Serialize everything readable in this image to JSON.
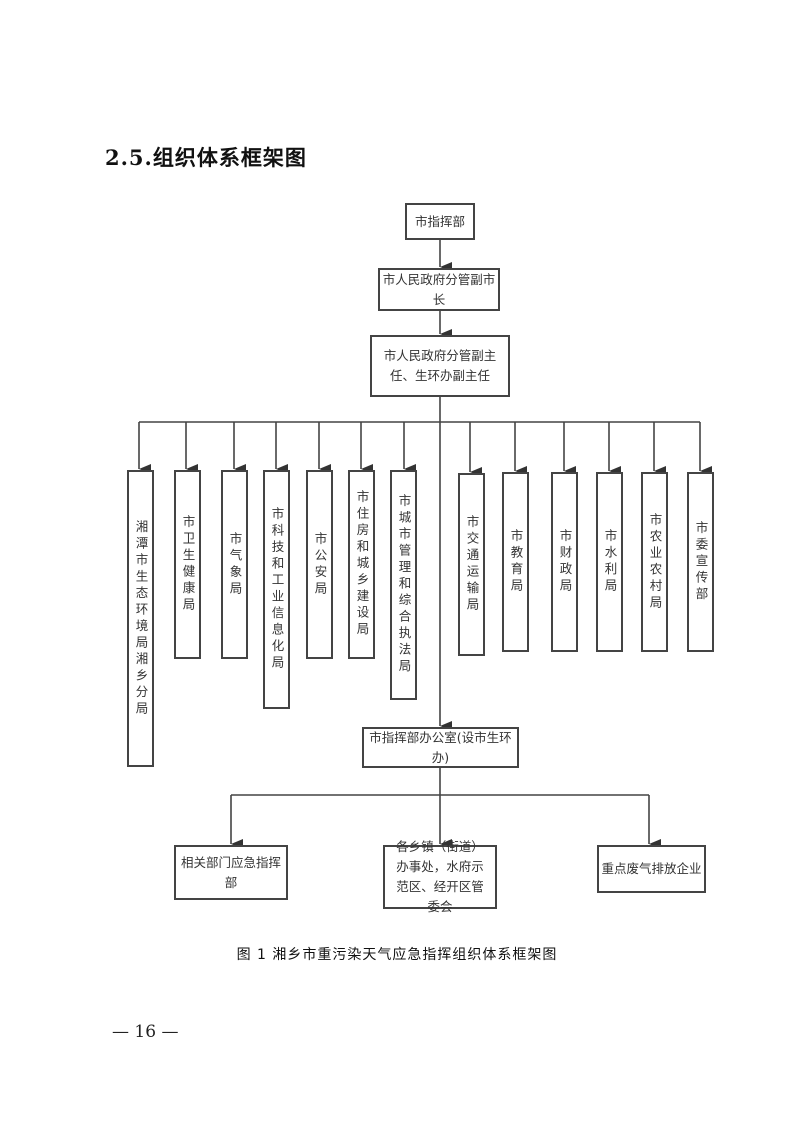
{
  "section": {
    "title": "2.5.组织体系框架图"
  },
  "org_chart": {
    "top": "市指挥部",
    "level2": "市人民政府分管副市长",
    "level3": "市人民政府分管副主任、生环办副主任",
    "departments": [
      "湘潭市生态环境局湘乡分局",
      "市卫生健康局",
      "市气象局",
      "市科技和工业信息化局",
      "市公安局",
      "市住房和城乡建设局",
      "市城市管理和综合执法局",
      "市交通运输局",
      "市教育局",
      "市财政局",
      "市水利局",
      "市农业农村局",
      "市委宣传部"
    ],
    "office": "市指挥部办公室(设市生环办)",
    "subordinates": [
      "相关部门应急指挥部",
      "各乡镇（街道）办事处，水府示范区、经开区管委会",
      "重点废气排放企业"
    ]
  },
  "caption": "图 1 湘乡市重污染天气应急指挥组织体系框架图",
  "page_number": "— 16 —"
}
